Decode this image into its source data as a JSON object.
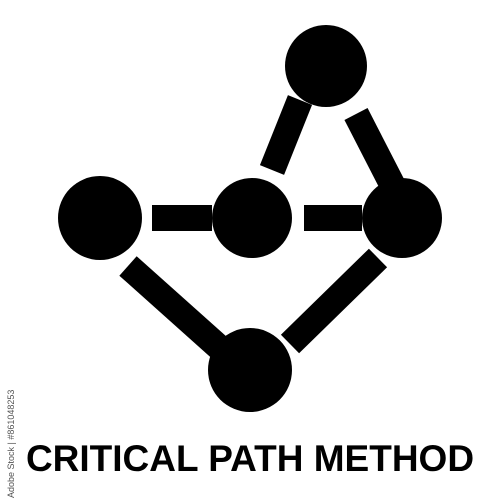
{
  "title": "CRITICAL PATH METHOD",
  "stock_id": "Adobe Stock | #861048253",
  "colors": {
    "foreground": "#000000",
    "background": "#ffffff"
  },
  "icon": {
    "name": "critical-path-network-icon",
    "nodes": [
      "node-left",
      "node-center",
      "node-right",
      "node-top",
      "node-bottom"
    ]
  }
}
